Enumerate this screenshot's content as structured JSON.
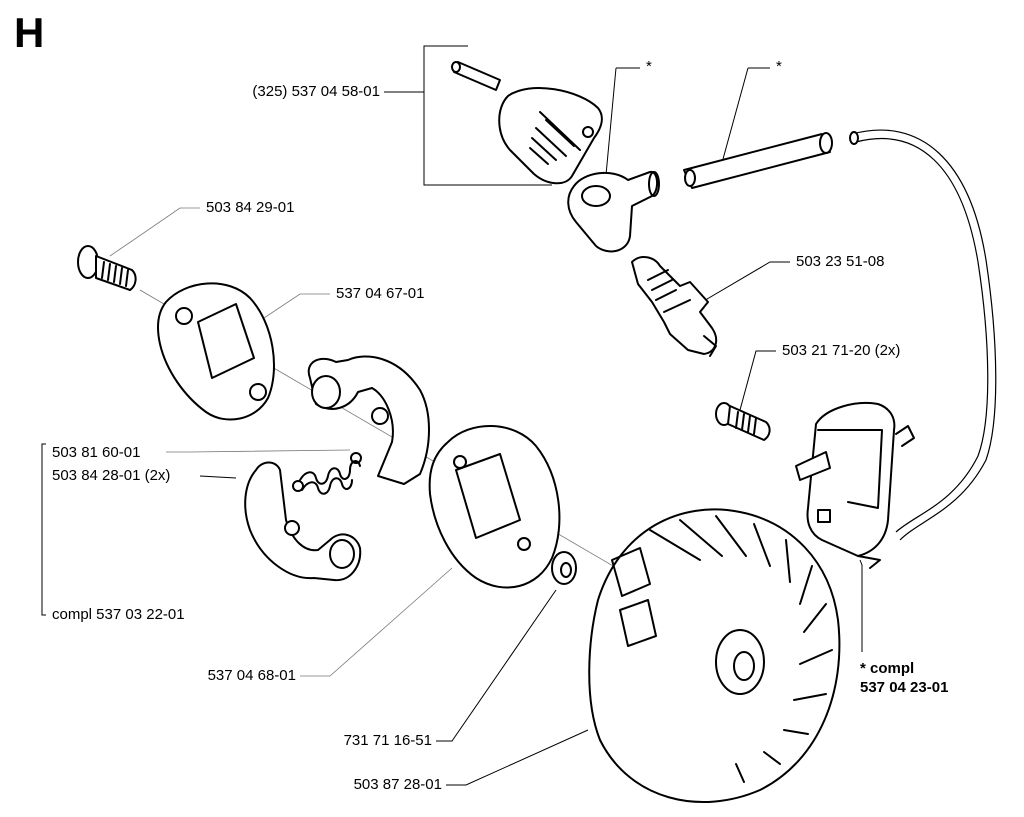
{
  "section_letter": "H",
  "labels": {
    "plug_cap": "(325) 537 04 58-01",
    "star_1": "*",
    "star_2": "*",
    "screw_503842901": "503 84 29-01",
    "clutch_plate_537046701": "537 04 67-01",
    "spark_plug": "503 23 51-08",
    "coil_screw": "503 21 71-20 (2x)",
    "spring_503816001": "503 81 60-01",
    "shoe_503842801": "503 84 28-01 (2x)",
    "clutch_compl": "compl 537 03 22-01",
    "plate_537046801": "537 04 68-01",
    "washer_731711651": "731 71 16-51",
    "flywheel_503872801": "503 87 28-01",
    "ignition_compl_line1": "* compl",
    "ignition_compl_line2": "537 04 23-01"
  }
}
